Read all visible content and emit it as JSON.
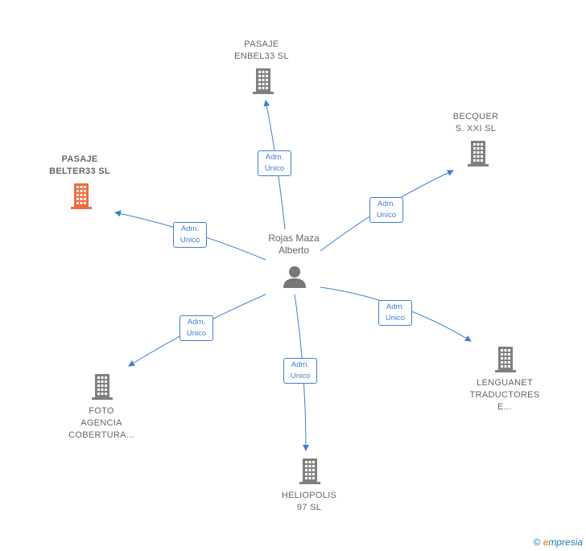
{
  "center": {
    "name": "Rojas Maza\nAlberto",
    "icon": "person-icon"
  },
  "nodes": [
    {
      "id": "enbel33",
      "label": "PASAJE\nENBEL33  SL",
      "icon": "building-icon",
      "color": "#808080",
      "highlight": false,
      "relation": "Adm.\nUnico"
    },
    {
      "id": "becquer",
      "label": "BECQUER\nS.  XXI  SL",
      "icon": "building-icon",
      "color": "#808080",
      "highlight": false,
      "relation": "Adm.\nUnico"
    },
    {
      "id": "belter33",
      "label": "PASAJE\nBELTER33  SL",
      "icon": "building-icon",
      "color": "#f26b3a",
      "highlight": true,
      "relation": "Adm.\nUnico"
    },
    {
      "id": "lenguanet",
      "label": "LENGUANET\nTRADUCTORES\nE...",
      "icon": "building-icon",
      "color": "#808080",
      "highlight": false,
      "relation": "Adm.\nUnico"
    },
    {
      "id": "foto",
      "label": "FOTO\nAGENCIA\nCOBERTURA...",
      "icon": "building-icon",
      "color": "#808080",
      "highlight": false,
      "relation": "Adm.\nUnico"
    },
    {
      "id": "heliopolis",
      "label": "HELIOPOLIS\n97 SL",
      "icon": "building-icon",
      "color": "#808080",
      "highlight": false,
      "relation": "Adm.\nUnico"
    }
  ],
  "colors": {
    "edge": "#3f7fd3",
    "person": "#777777"
  },
  "footer": {
    "copyright_symbol": "©",
    "brand_initial": "e",
    "brand_rest": "mpresia"
  }
}
